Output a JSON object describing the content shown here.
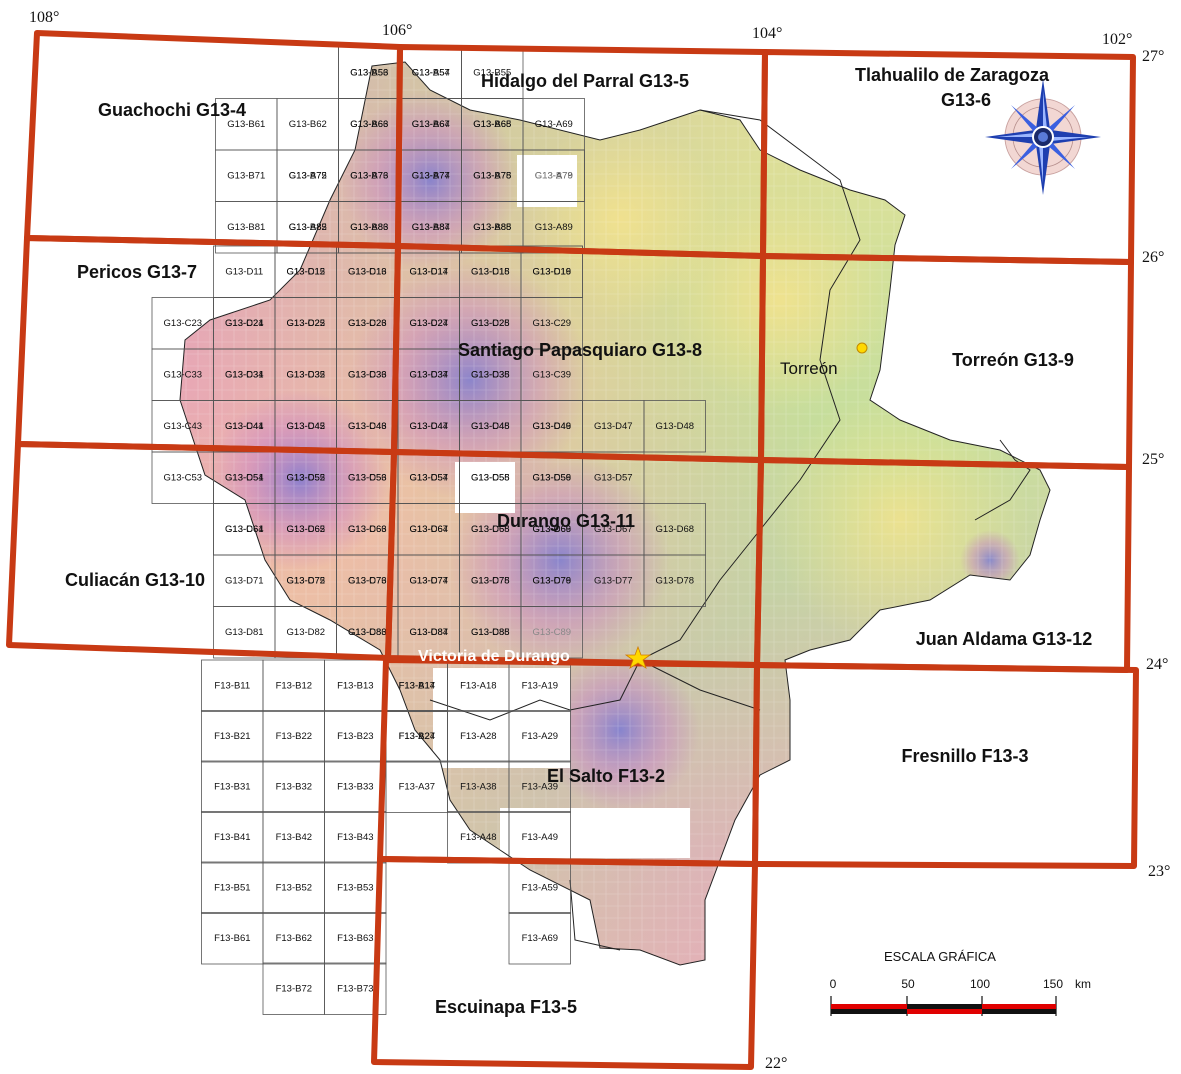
{
  "map": {
    "coordinates": {
      "longitudes": [
        "108°",
        "106°",
        "104°",
        "102°"
      ],
      "latitudes": [
        "27°",
        "26°",
        "25°",
        "24°",
        "23°",
        "22°"
      ]
    },
    "sheets": [
      {
        "id": "G13-4",
        "label": "Guachochi G13-4"
      },
      {
        "id": "G13-5",
        "label": "Hidalgo del Parral G13-5"
      },
      {
        "id": "G13-6",
        "label": "Tlahualilo de Zaragoza G13-6",
        "line1": "Tlahualilo de Zaragoza",
        "line2": "G13-6"
      },
      {
        "id": "G13-7",
        "label": "Pericos G13-7"
      },
      {
        "id": "G13-8",
        "label": "Santiago Papasquiaro G13-8"
      },
      {
        "id": "G13-9",
        "label": "Torreón G13-9"
      },
      {
        "id": "G13-10",
        "label": "Culiacán G13-10"
      },
      {
        "id": "G13-11",
        "label": "Durango G13-11"
      },
      {
        "id": "G13-12",
        "label": "Juan Aldama G13-12"
      },
      {
        "id": "F13-2",
        "label": "El Salto F13-2"
      },
      {
        "id": "F13-3",
        "label": "Fresnillo F13-3"
      },
      {
        "id": "F13-5",
        "label": "Escuinapa F13-5"
      }
    ],
    "cities": [
      {
        "name": "Torreón",
        "color": "#111111"
      },
      {
        "name": "Victoria de Durango",
        "color": "#ffffff"
      }
    ],
    "colors": {
      "sheet_border": "#c83a14",
      "capital_star": "#ffd800"
    },
    "scale": {
      "title": "ESCALA GRÁFICA",
      "ticks": [
        "0",
        "50",
        "100",
        "150"
      ],
      "unit": "km"
    },
    "compass_icon": "compass-rose-icon",
    "cells": [
      {
        "id": "G13-A56"
      },
      {
        "id": "G13-A57"
      },
      {
        "id": "G13-B53"
      },
      {
        "id": "G13-B54"
      },
      {
        "id": "G13-B55"
      },
      {
        "id": "G13-A66"
      },
      {
        "id": "G13-A67"
      },
      {
        "id": "G13-A68"
      },
      {
        "id": "G13-A69"
      },
      {
        "id": "G13-B61"
      },
      {
        "id": "G13-B62"
      },
      {
        "id": "G13-B63"
      },
      {
        "id": "G13-B64"
      },
      {
        "id": "G13-B65"
      },
      {
        "id": "G13-A75"
      },
      {
        "id": "G13-A76"
      },
      {
        "id": "G13-A77"
      },
      {
        "id": "G13-A78"
      },
      {
        "id": "G13-A79"
      },
      {
        "id": "G13-B71"
      },
      {
        "id": "G13-B72"
      },
      {
        "id": "G13-B73"
      },
      {
        "id": "G13-B74"
      },
      {
        "id": "G13-B75"
      },
      {
        "id": "G13-B76"
      },
      {
        "id": "G13-A85"
      },
      {
        "id": "G13-A86"
      },
      {
        "id": "G13-A87"
      },
      {
        "id": "G13-A88"
      },
      {
        "id": "G13-A89"
      },
      {
        "id": "G13-B81"
      },
      {
        "id": "G13-B82"
      },
      {
        "id": "G13-B83"
      },
      {
        "id": "G13-B84"
      },
      {
        "id": "G13-B85"
      },
      {
        "id": "G13-C15"
      },
      {
        "id": "G13-C16"
      },
      {
        "id": "G13-C17"
      },
      {
        "id": "G13-C18"
      },
      {
        "id": "G13-C19"
      },
      {
        "id": "G13-D11"
      },
      {
        "id": "G13-D12"
      },
      {
        "id": "G13-D13"
      },
      {
        "id": "G13-D14"
      },
      {
        "id": "G13-D15"
      },
      {
        "id": "G13-D16"
      },
      {
        "id": "G13-C23"
      },
      {
        "id": "G13-C24"
      },
      {
        "id": "G13-C25"
      },
      {
        "id": "G13-C26"
      },
      {
        "id": "G13-C27"
      },
      {
        "id": "G13-C28"
      },
      {
        "id": "G13-C29"
      },
      {
        "id": "G13-D21"
      },
      {
        "id": "G13-D22"
      },
      {
        "id": "G13-D23"
      },
      {
        "id": "G13-D24"
      },
      {
        "id": "G13-D25"
      },
      {
        "id": "G13-C33"
      },
      {
        "id": "G13-C34"
      },
      {
        "id": "G13-C35"
      },
      {
        "id": "G13-C36"
      },
      {
        "id": "G13-C37"
      },
      {
        "id": "G13-C38"
      },
      {
        "id": "G13-C39"
      },
      {
        "id": "G13-D31"
      },
      {
        "id": "G13-D32"
      },
      {
        "id": "G13-D33"
      },
      {
        "id": "G13-D34"
      },
      {
        "id": "G13-D35"
      },
      {
        "id": "G13-C43"
      },
      {
        "id": "G13-C44"
      },
      {
        "id": "G13-C45"
      },
      {
        "id": "G13-C46"
      },
      {
        "id": "G13-C47"
      },
      {
        "id": "G13-C48"
      },
      {
        "id": "G13-C49"
      },
      {
        "id": "G13-D41"
      },
      {
        "id": "G13-D42"
      },
      {
        "id": "G13-D43"
      },
      {
        "id": "G13-D44"
      },
      {
        "id": "G13-D45"
      },
      {
        "id": "G13-D46"
      },
      {
        "id": "G13-D47"
      },
      {
        "id": "G13-D48"
      },
      {
        "id": "G13-C53"
      },
      {
        "id": "G13-C54"
      },
      {
        "id": "G13-C55"
      },
      {
        "id": "G13-C56"
      },
      {
        "id": "G13-C57"
      },
      {
        "id": "G13-C58"
      },
      {
        "id": "G13-C59"
      },
      {
        "id": "G13-D51"
      },
      {
        "id": "G13-D52"
      },
      {
        "id": "G13-D53"
      },
      {
        "id": "G13-D54"
      },
      {
        "id": "G13-D55"
      },
      {
        "id": "G13-D56"
      },
      {
        "id": "G13-D57"
      },
      {
        "id": "G13-C64"
      },
      {
        "id": "G13-C65"
      },
      {
        "id": "G13-C66"
      },
      {
        "id": "G13-C67"
      },
      {
        "id": "G13-C68"
      },
      {
        "id": "G13-C69"
      },
      {
        "id": "G13-D61"
      },
      {
        "id": "G13-D62"
      },
      {
        "id": "G13-D63"
      },
      {
        "id": "G13-D64"
      },
      {
        "id": "G13-D65"
      },
      {
        "id": "G13-D66"
      },
      {
        "id": "G13-D67"
      },
      {
        "id": "G13-D68"
      },
      {
        "id": "G13-C75"
      },
      {
        "id": "G13-C76"
      },
      {
        "id": "G13-C77"
      },
      {
        "id": "G13-C78"
      },
      {
        "id": "G13-C79"
      },
      {
        "id": "G13-D71"
      },
      {
        "id": "G13-D72"
      },
      {
        "id": "G13-D73"
      },
      {
        "id": "G13-D74"
      },
      {
        "id": "G13-D75"
      },
      {
        "id": "G13-D76"
      },
      {
        "id": "G13-D77"
      },
      {
        "id": "G13-D78"
      },
      {
        "id": "G13-C86"
      },
      {
        "id": "G13-C87"
      },
      {
        "id": "G13-C88"
      },
      {
        "id": "G13-C89"
      },
      {
        "id": "G13-D81"
      },
      {
        "id": "G13-D82"
      },
      {
        "id": "G13-D83"
      },
      {
        "id": "G13-D84"
      },
      {
        "id": "G13-D85"
      },
      {
        "id": "F13-A17"
      },
      {
        "id": "F13-A18"
      },
      {
        "id": "F13-A19"
      },
      {
        "id": "F13-B11"
      },
      {
        "id": "F13-B12"
      },
      {
        "id": "F13-B13"
      },
      {
        "id": "F13-B14"
      },
      {
        "id": "F13-A27"
      },
      {
        "id": "F13-A28"
      },
      {
        "id": "F13-A29"
      },
      {
        "id": "F13-B21"
      },
      {
        "id": "F13-B22"
      },
      {
        "id": "F13-B23"
      },
      {
        "id": "F13-B24"
      },
      {
        "id": "F13-A37"
      },
      {
        "id": "F13-A38"
      },
      {
        "id": "F13-A39"
      },
      {
        "id": "F13-B31"
      },
      {
        "id": "F13-B32"
      },
      {
        "id": "F13-B33"
      },
      {
        "id": "F13-A48"
      },
      {
        "id": "F13-A49"
      },
      {
        "id": "F13-B41"
      },
      {
        "id": "F13-B42"
      },
      {
        "id": "F13-B43"
      },
      {
        "id": "F13-A59"
      },
      {
        "id": "F13-B51"
      },
      {
        "id": "F13-B52"
      },
      {
        "id": "F13-B53"
      },
      {
        "id": "F13-A69"
      },
      {
        "id": "F13-B61"
      },
      {
        "id": "F13-B62"
      },
      {
        "id": "F13-B63"
      },
      {
        "id": "F13-B72"
      },
      {
        "id": "F13-B73"
      }
    ]
  }
}
